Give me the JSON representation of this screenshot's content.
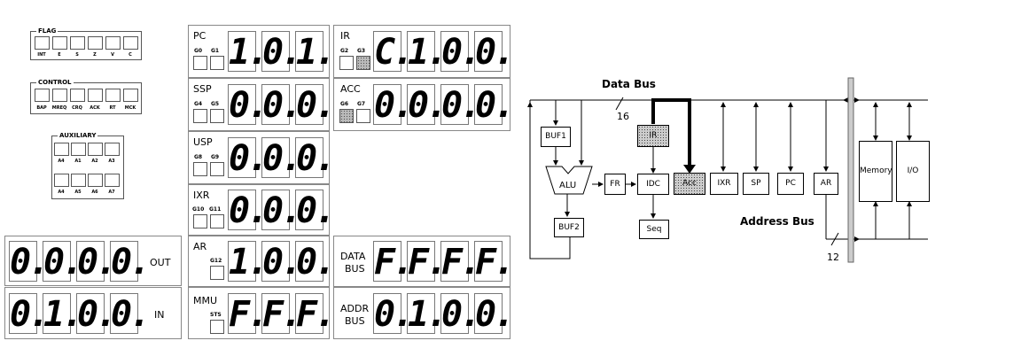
{
  "flag": {
    "title": "FLAG",
    "lamps": [
      "INT",
      "E",
      "S",
      "Z",
      "V",
      "C"
    ]
  },
  "control": {
    "title": "CONTROL",
    "lamps": [
      "BAP",
      "MREQ",
      "CRQ",
      "ACK",
      "RT",
      "MCK"
    ]
  },
  "auxiliary": {
    "title": "AUXILIARY",
    "lamps_top": [
      "A4",
      "A1",
      "A2",
      "A3"
    ],
    "lamps_bottom": [
      "A4",
      "A5",
      "A6",
      "A7"
    ]
  },
  "registers": {
    "pc": {
      "label": "PC",
      "g1": "G0",
      "g2": "G1",
      "digits": [
        "1.",
        "0.",
        "1."
      ]
    },
    "ssp": {
      "label": "SSP",
      "g1": "G4",
      "g2": "G5",
      "digits": [
        "0.",
        "0.",
        "0."
      ]
    },
    "usp": {
      "label": "USP",
      "g1": "G8",
      "g2": "G9",
      "digits": [
        "0.",
        "0.",
        "0."
      ]
    },
    "ixr": {
      "label": "IXR",
      "g1": "G10",
      "g2": "G11",
      "digits": [
        "0.",
        "0.",
        "0."
      ]
    },
    "ar": {
      "label": "AR",
      "g1": "G12",
      "digits": [
        "1.",
        "0.",
        "0."
      ]
    },
    "mmu": {
      "label": "MMU",
      "g1": "STS",
      "digits": [
        "F.",
        "F.",
        "F."
      ]
    },
    "ir": {
      "label": "IR",
      "g1": "G2",
      "g2": "G3",
      "digits": [
        "C.",
        "1.",
        "0.",
        "0."
      ]
    },
    "acc": {
      "label": "ACC",
      "g1": "G6",
      "g2": "G7",
      "digits": [
        "0.",
        "0.",
        "0.",
        "0."
      ]
    },
    "data_bus": {
      "label1": "DATA",
      "label2": "BUS",
      "digits": [
        "F.",
        "F.",
        "F.",
        "F."
      ]
    },
    "addr_bus": {
      "label1": "ADDR",
      "label2": "BUS",
      "digits": [
        "0.",
        "1.",
        "0.",
        "0."
      ]
    },
    "out": {
      "label": "OUT",
      "digits": [
        "0.",
        "0.",
        "0.",
        "0."
      ]
    },
    "in": {
      "label": "IN",
      "digits": [
        "0.",
        "1.",
        "0.",
        "0."
      ]
    }
  },
  "diagram": {
    "data_bus_label": "Data Bus",
    "data_bus_width": "16",
    "address_bus_label": "Address Bus",
    "address_bus_width": "12",
    "boxes": {
      "buf1": "BUF1",
      "alu": "ALU",
      "fr": "FR",
      "ir": "IR",
      "idc": "IDC",
      "acc": "Acc",
      "ixr": "IXR",
      "sp": "SP",
      "pc": "PC",
      "ar": "AR",
      "buf2": "BUF2",
      "seq": "Seq",
      "memory": "Memory",
      "io": "I/O"
    }
  }
}
